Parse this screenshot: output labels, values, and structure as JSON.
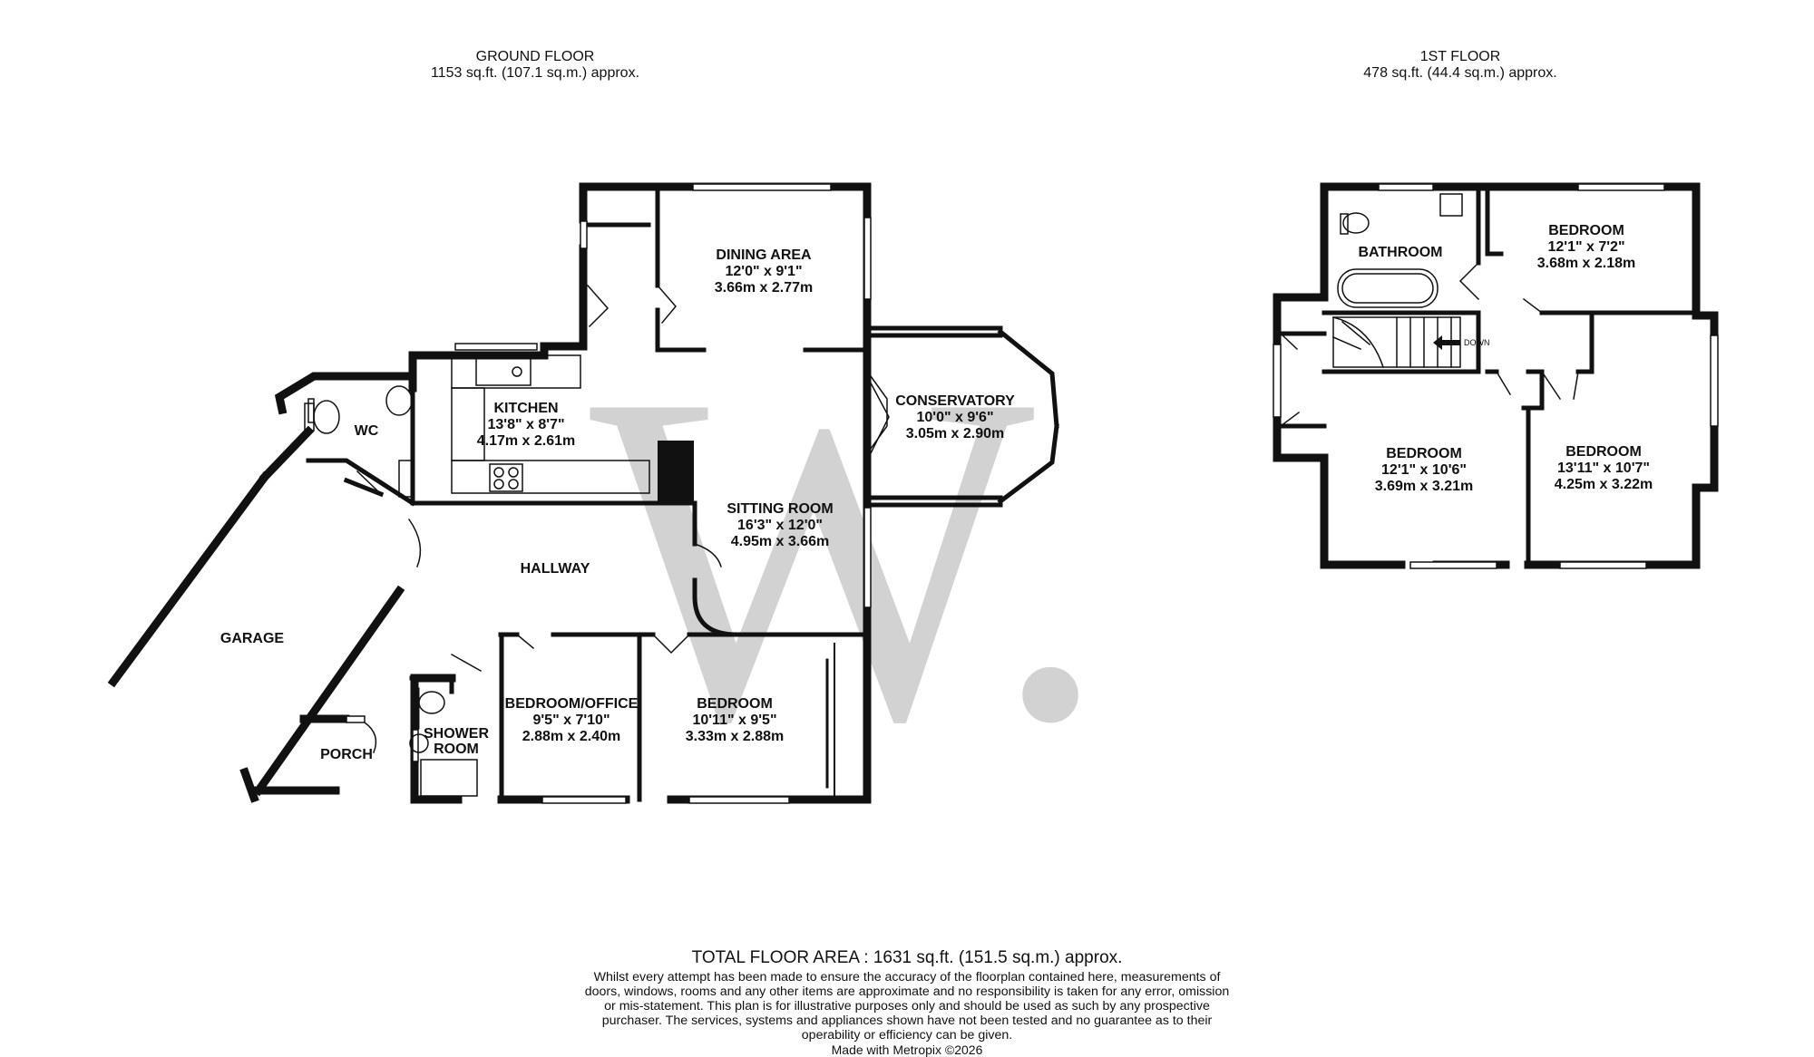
{
  "ground_floor": {
    "title": "GROUND FLOOR",
    "area": "1153 sq.ft. (107.1 sq.m.) approx.",
    "rooms": [
      {
        "id": "dining",
        "name": "DINING AREA",
        "imperial": "12'0\"  x 9'1\"",
        "metric": "3.66m  x 2.77m"
      },
      {
        "id": "kitchen",
        "name": "KITCHEN",
        "imperial": "13'8\"  x 8'7\"",
        "metric": "4.17m  x 2.61m"
      },
      {
        "id": "wc",
        "name": "WC"
      },
      {
        "id": "conservatory",
        "name": "CONSERVATORY",
        "imperial": "10'0\"  x 9'6\"",
        "metric": "3.05m  x 2.90m"
      },
      {
        "id": "sitting",
        "name": "SITTING ROOM",
        "imperial": "16'3\"  x 12'0\"",
        "metric": "4.95m  x 3.66m"
      },
      {
        "id": "hallway",
        "name": "HALLWAY"
      },
      {
        "id": "garage",
        "name": "GARAGE"
      },
      {
        "id": "office",
        "name": "BEDROOM/OFFICE",
        "imperial": "9'5\"  x 7'10\"",
        "metric": "2.88m  x 2.40m"
      },
      {
        "id": "bedroom_g",
        "name": "BEDROOM",
        "imperial": "10'11\"  x 9'5\"",
        "metric": "3.33m  x 2.88m"
      },
      {
        "id": "shower",
        "name": "SHOWER",
        "name2": "ROOM"
      },
      {
        "id": "porch",
        "name": "PORCH"
      }
    ]
  },
  "first_floor": {
    "title": "1ST FLOOR",
    "area": "478 sq.ft. (44.4 sq.m.) approx.",
    "rooms": [
      {
        "id": "bathroom",
        "name": "BATHROOM"
      },
      {
        "id": "bed1",
        "name": "BEDROOM",
        "imperial": "12'1\"  x 7'2\"",
        "metric": "3.68m  x 2.18m"
      },
      {
        "id": "bed2",
        "name": "BEDROOM",
        "imperial": "12'1\"  x 10'6\"",
        "metric": "3.69m  x 3.21m"
      },
      {
        "id": "bed3",
        "name": "BEDROOM",
        "imperial": "13'11\"  x 10'7\"",
        "metric": "4.25m  x 3.22m"
      }
    ],
    "stairs_label": "DOWN"
  },
  "watermark": "W.",
  "total_area": "TOTAL FLOOR AREA : 1631 sq.ft. (151.5 sq.m.) approx.",
  "disclaimer": "Whilst every attempt has been made to ensure the accuracy of the floorplan contained here, measurements of doors, windows, rooms and any other items are approximate and no responsibility is taken for any error, omission or mis-statement. This plan is for illustrative purposes only and should be used as such by any prospective purchaser. The services, systems and appliances shown have not been tested and no guarantee as to their operability or efficiency can be given.",
  "made_with": "Made with Metropix ©2026",
  "colors": {
    "wall": "#111111",
    "watermark": "#d2d2d2",
    "window": "#ffffff"
  }
}
